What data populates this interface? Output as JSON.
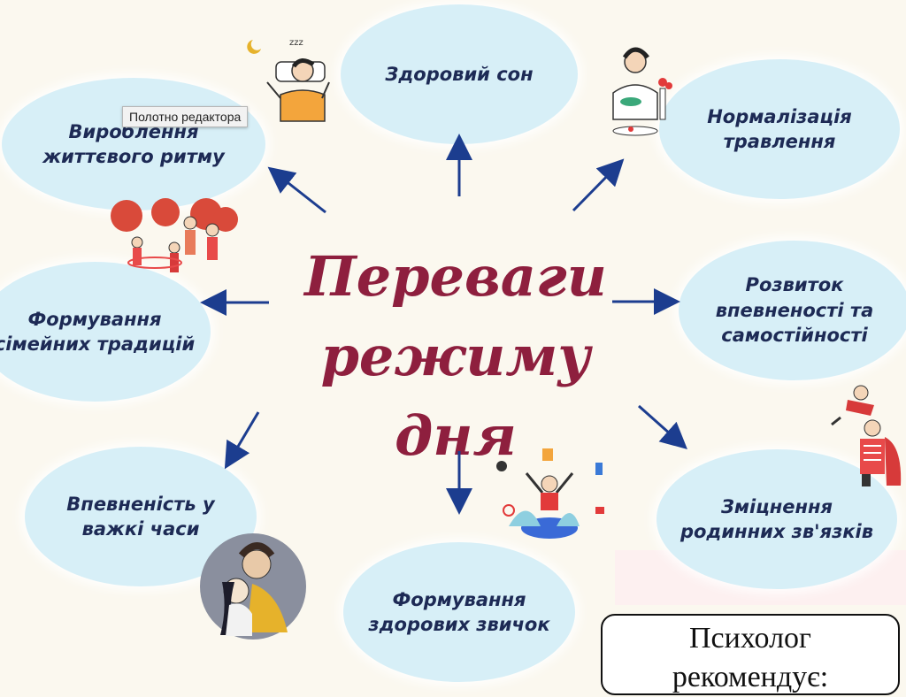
{
  "title": "Переваги\nрежиму дня",
  "benefits": {
    "sleep": "Здоровий сон",
    "digestion": "Нормалізація\nтравлення",
    "rhythm": "Вироблення\nжиттєвого ритму",
    "confidence": "Розвиток\nвпевненості та\nсамостійності",
    "traditions": "Формування\nсімейних традицій",
    "family_bonds": "Зміцнення\nродинних зв'язків",
    "hard_times": "Впевненість у\nважкі часи",
    "habits": "Формування\nздорових звичок"
  },
  "tooltip": "Полотно редактора",
  "psychologist_note": "Психолог\nрекомендує:",
  "colors": {
    "bubble": "#d7eff7",
    "title": "#8e1f3e",
    "bubble_text": "#1d2a55",
    "arrow": "#1c3d8f"
  }
}
